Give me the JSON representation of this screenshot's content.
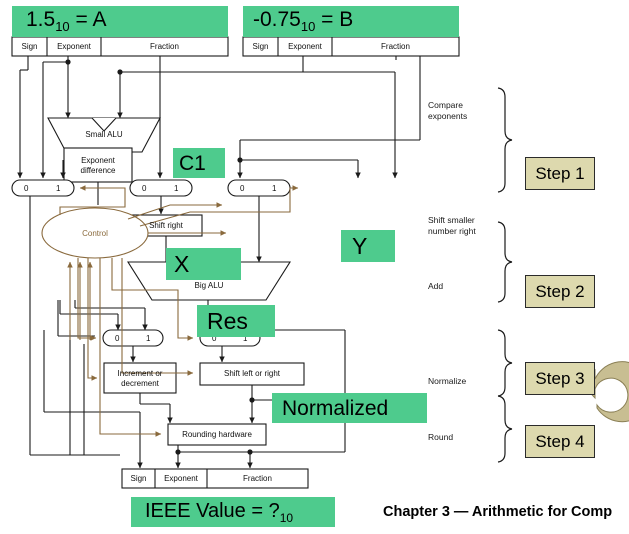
{
  "diagram": {
    "title": "Floating-point addition hardware datapath",
    "colors": {
      "highlight_green": "#4ECB8D",
      "step_box_tan": "#DDD9AE",
      "control_brown": "#8a6a3d",
      "wire_black": "#1a1a1a",
      "loop_arrow_tan": "#C8BE92"
    }
  },
  "operands": {
    "a": {
      "label": "1.5",
      "sub": "10",
      "suffix": " = A",
      "fields": [
        "Sign",
        "Exponent",
        "Fraction"
      ]
    },
    "b": {
      "label": "-0.75",
      "sub": "10",
      "suffix": " = B",
      "fields": [
        "Sign",
        "Exponent",
        "Fraction"
      ]
    }
  },
  "result": {
    "fields": [
      "Sign",
      "Exponent",
      "Fraction"
    ],
    "label": "IEEE Value = ?",
    "sub": "10"
  },
  "blocks": {
    "small_alu": "Small ALU",
    "exponent_difference": "Exponent\ndifference",
    "control": "Control",
    "shift_right": "Shift right",
    "big_alu": "Big ALU",
    "increment_or_decrement": "Increment or\ndecrement",
    "shift_left_or_right": "Shift left or right",
    "rounding_hardware": "Rounding hardware"
  },
  "mux_labels": {
    "zero": "0",
    "one": "1"
  },
  "overlays": [
    {
      "name": "c1",
      "text": "C1"
    },
    {
      "name": "x",
      "text": "X"
    },
    {
      "name": "y",
      "text": "Y"
    },
    {
      "name": "res",
      "text": "Res"
    },
    {
      "name": "normalized",
      "text": "Normalized"
    }
  ],
  "annotations": [
    {
      "name": "compare-exponents",
      "text": "Compare\nexponents"
    },
    {
      "name": "shift-smaller-number-right",
      "text": "Shift smaller\nnumber right"
    },
    {
      "name": "add",
      "text": "Add"
    },
    {
      "name": "normalize",
      "text": "Normalize"
    },
    {
      "name": "round",
      "text": "Round"
    }
  ],
  "steps": [
    {
      "name": "step-1",
      "label": "Step 1"
    },
    {
      "name": "step-2",
      "label": "Step 2"
    },
    {
      "name": "step-3",
      "label": "Step 3"
    },
    {
      "name": "step-4",
      "label": "Step 4"
    }
  ],
  "footer": {
    "text": "Chapter 3 — Arithmetic for Comp"
  }
}
